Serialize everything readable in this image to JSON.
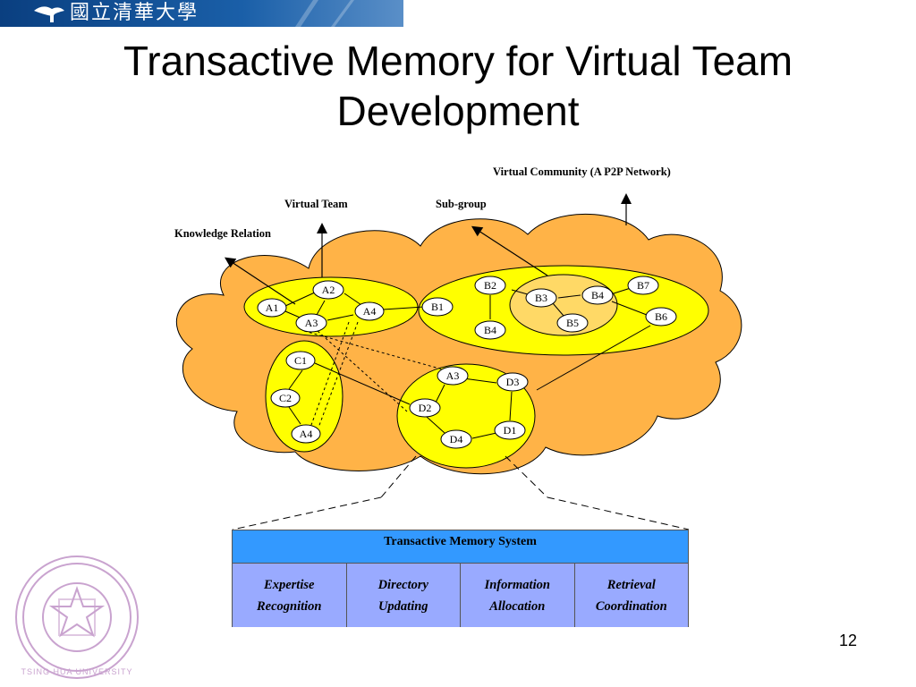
{
  "header": {
    "university_name": "國立清華大學"
  },
  "title": "Transactive Memory for Virtual Team Development",
  "labels": {
    "virtual_community": "Virtual Community (A P2P Network)",
    "virtual_team": "Virtual Team",
    "sub_group": "Sub-group",
    "knowledge_relation": "Knowledge Relation"
  },
  "nodes": {
    "A1": "A1",
    "A2": "A2",
    "A3": "A3",
    "A4": "A4",
    "B1": "B1",
    "B2": "B2",
    "B3": "B3",
    "B4": "B4",
    "B4b": "B4",
    "B5": "B5",
    "B6": "B6",
    "B7": "B7",
    "C1": "C1",
    "C2": "C2",
    "A4c": "A4",
    "A3d": "A3",
    "D1": "D1",
    "D2": "D2",
    "D3": "D3",
    "D4": "D4"
  },
  "tms": {
    "title": "Transactive Memory System",
    "cells": [
      {
        "line1": "Expertise",
        "line2": "Recognition"
      },
      {
        "line1": "Directory",
        "line2": "Updating"
      },
      {
        "line1": "Information",
        "line2": "Allocation"
      },
      {
        "line1": "Retrieval",
        "line2": "Coordination"
      }
    ]
  },
  "seal": {
    "text": "TSING HUA UNIVERSITY"
  },
  "page_number": "12",
  "colors": {
    "header_band": "#0a4a8f",
    "cloud": "#ffb347",
    "group_fill": "#ffff00",
    "subgroup_fill": "#ffd966",
    "tms_header": "#3399ff",
    "tms_body": "#99aaff",
    "seal": "#c9a3cf"
  }
}
